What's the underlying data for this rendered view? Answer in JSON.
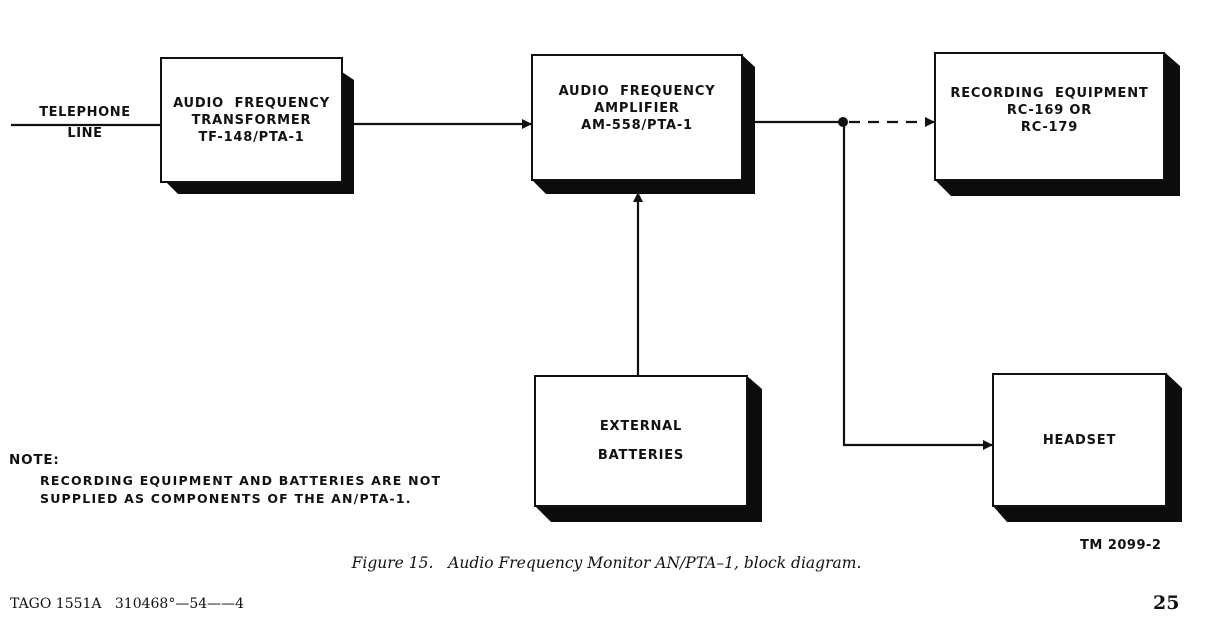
{
  "diagram": {
    "input_label": [
      "TELEPHONE",
      "LINE"
    ],
    "blocks": {
      "transformer": [
        "AUDIO  FREQUENCY",
        "TRANSFORMER",
        "TF-148/PTA-1"
      ],
      "amplifier": [
        "AUDIO  FREQUENCY",
        "AMPLIFIER",
        "AM-558/PTA-1"
      ],
      "recording": [
        "RECORDING  EQUIPMENT",
        "RC-169 OR",
        "RC-179"
      ],
      "batteries": [
        "EXTERNAL",
        "BATTERIES"
      ],
      "headset": [
        "HEADSET"
      ]
    },
    "connections": [
      {
        "from": "telephone-line",
        "to": "transformer",
        "style": "solid"
      },
      {
        "from": "transformer",
        "to": "amplifier",
        "style": "solid"
      },
      {
        "from": "amplifier",
        "to": "recording",
        "style": "dashed"
      },
      {
        "from": "batteries",
        "to": "amplifier",
        "style": "solid"
      },
      {
        "from": "amplifier",
        "to": "headset",
        "style": "solid"
      }
    ]
  },
  "note": {
    "title": "NOTE:",
    "lines": [
      "RECORDING EQUIPMENT AND BATTERIES ARE NOT",
      "SUPPLIED AS COMPONENTS OF THE AN/PTA-1."
    ]
  },
  "drawing_number": "TM 2099-2",
  "caption": "Figure 15.   Audio Frequency Monitor AN/PTA–1, block diagram.",
  "footer": {
    "left": "TAGO 1551A   310468°—54——4",
    "page_number": "25"
  }
}
